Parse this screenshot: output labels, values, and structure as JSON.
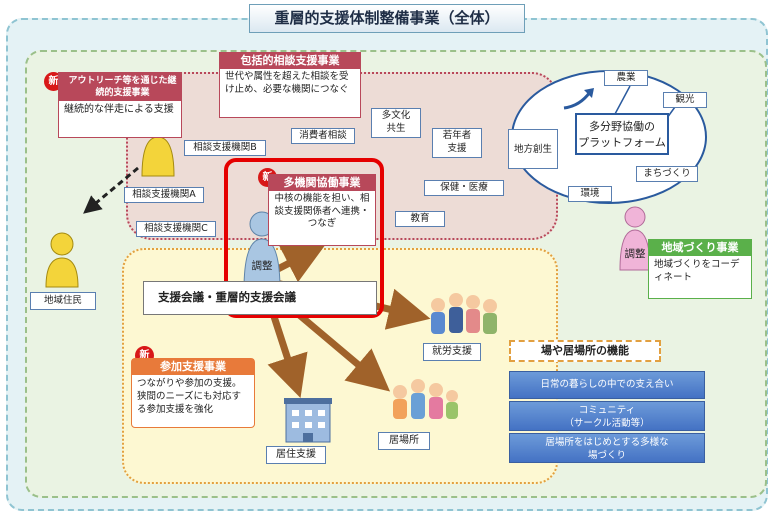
{
  "title": "重層的支援体制整備事業（全体）",
  "new_badge": "新",
  "outreach": {
    "header": "アウトリーチ等を通じた継続的支援事業",
    "desc": "継続的な伴走による支援"
  },
  "counsel": {
    "header": "包括的相談支援事業",
    "desc": "世代や属性を超えた相談を受け止め、必要な機関につなぐ"
  },
  "agencies": {
    "a": "相談支援機関A",
    "b": "相談支援機関B",
    "c": "相談支援機関C"
  },
  "fields": {
    "consumer": "消費者相談",
    "multicultural": "多文化\n共生",
    "youth": "若年者\n支援",
    "health": "保健・医療",
    "education": "教育",
    "regional_revitalization": "地方創生",
    "agriculture": "農業",
    "tourism": "観光",
    "town": "まちづくり",
    "environment": "環境"
  },
  "platform": "多分野協働の\nプラットフォーム",
  "multi_agency": {
    "header": "多機関協働事業",
    "desc": "中核の機能を担い、相談支援関係者へ連携・つなぎ"
  },
  "coordinator_label": "調整",
  "conference": "支援会議・重層的支援会議",
  "community": {
    "header": "地域づくり事業",
    "desc": "地域づくりをコーディネート",
    "coordinator_label": "調整"
  },
  "resident_label": "地域住民",
  "participation": {
    "header": "参加支援事業",
    "desc": "つながりや参加の支援。狭間のニーズにも対応する参加支援を強化"
  },
  "employment": "就労支援",
  "housing": "居住支援",
  "ibasho": "居場所",
  "places": {
    "title": "場や居場所の機能",
    "items": [
      "日常の暮らしの中での支え合い",
      "コミュニティ\n（サークル活動等）",
      "居場所をはじめとする多様な\n場づくり"
    ]
  },
  "colors": {
    "counsel_header": "#b8485a",
    "multi_agency_header": "#b8485a",
    "participation_header": "#e87a3a",
    "community_header": "#5ab04a",
    "arrow": "#a0622a",
    "highlight": "#e50000"
  }
}
